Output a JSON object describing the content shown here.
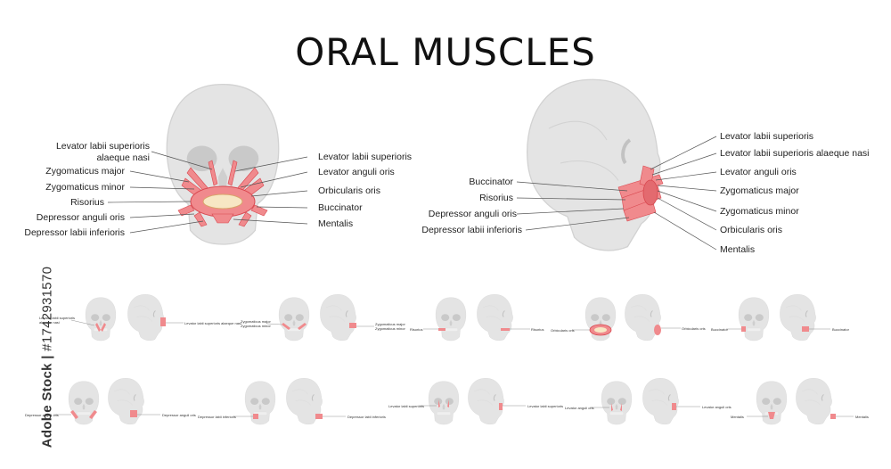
{
  "title": "ORAL MUSCLES",
  "colors": {
    "skull": "#e4e4e4",
    "skull_shade": "#cfcfcf",
    "muscle": "#f08a8d",
    "muscle_dark": "#d9474f",
    "line": "#555555"
  },
  "front_labels_left": [
    "Levator labii superioris\nalaeque nasi",
    "Zygomaticus major",
    "Zygomaticus minor",
    "Risorius",
    "Depressor anguli oris",
    "Depressor labii inferioris"
  ],
  "front_labels_right": [
    "Levator labii superioris",
    "Levator anguli oris",
    "Orbicularis oris",
    "Buccinator",
    "Mentalis"
  ],
  "side_labels_left": [
    "Buccinator",
    "Risorius",
    "Depressor anguli oris",
    "Depressor labii inferioris"
  ],
  "side_labels_right": [
    "Levator labii superioris",
    "Levator labii superioris alaeque nasi",
    "Levator anguli oris",
    "Zygomaticus major",
    "Zygomaticus minor",
    "Orbicularis oris",
    "Mentalis"
  ],
  "mini_row1": [
    {
      "left": "Levator labii superioris\nalaeque nasi",
      "right": "Levator labii superioris alaeque nasi"
    },
    {
      "left": "Zygomaticus major\nZygomaticus minor",
      "right": "Zygomaticus major\nZygomaticus minor"
    },
    {
      "left": "Risorius",
      "right": "Risorius"
    },
    {
      "left": "Orbicularis oris",
      "right": "Orbicularis oris"
    },
    {
      "left": "Buccinator",
      "right": "Buccinator"
    }
  ],
  "mini_row2": [
    {
      "left": "Depressor anguli oris",
      "right": "Depressor anguli oris"
    },
    {
      "left": "Depressor labii inferioris",
      "right": "Depressor labii inferioris"
    },
    {
      "left": "Levator labii superioris",
      "right": "Levator labii superioris"
    },
    {
      "left": "Levator anguli oris",
      "right": "Levator anguli oris"
    },
    {
      "left": "Mentalis",
      "right": "Mentalis"
    }
  ],
  "watermark": {
    "brand": "Adobe Stock",
    "separator": "|",
    "id": "#1742931570"
  }
}
